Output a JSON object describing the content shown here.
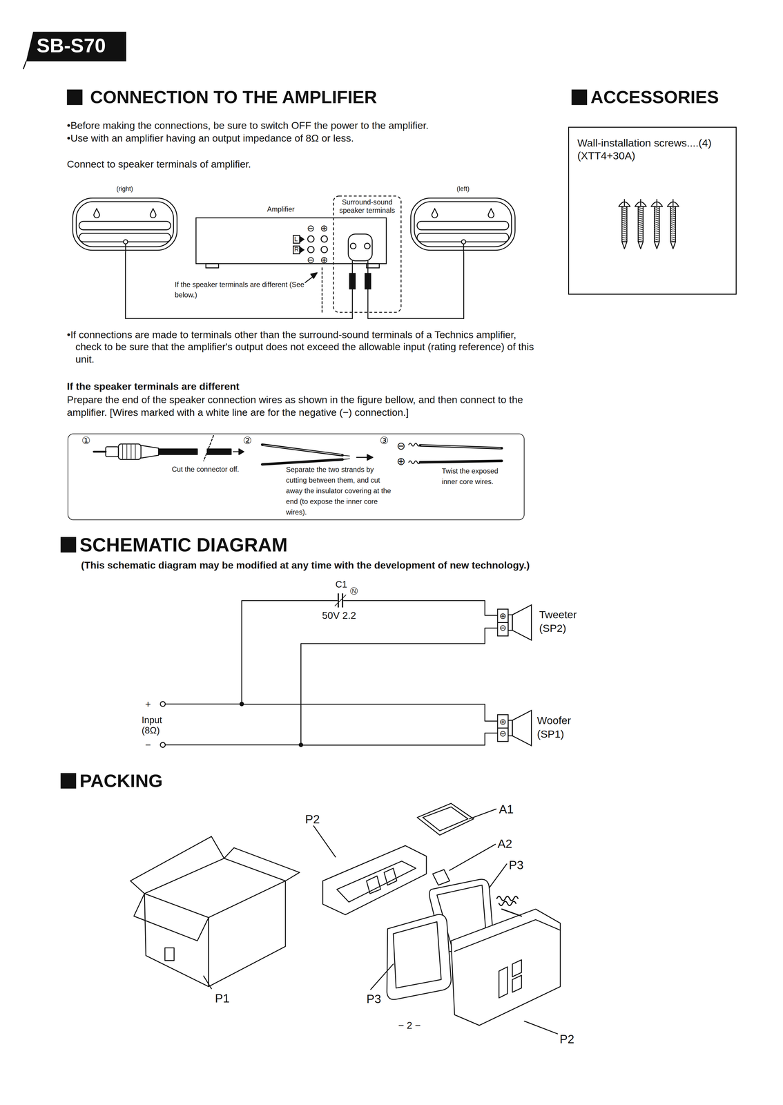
{
  "diagram": {
    "nodes": [
      {
        "text": [
          "SB-S70"
        ]
      },
      {
        "text": [
          "(right)"
        ]
      },
      {
        "text": [
          "Amplifier"
        ]
      },
      {
        "text": [
          "Surround-sound speaker terminals"
        ]
      },
      {
        "text": [
          "(left)"
        ]
      },
      {
        "text": [
          "Wall-installation screws....(4)",
          "(XTT4+30A)"
        ]
      },
      {
        "text": [
          "①",
          "Cut the connector off.",
          "②",
          "Separate the two strands by cutting between them, and cut away the insulator covering at the end (to expose the inner core wires).",
          "③",
          "⊖",
          "⊕",
          "Twist the exposed inner core wires."
        ]
      },
      {
        "text": [
          "Tweeter (SP2)"
        ]
      },
      {
        "text": [
          "Woofer (SP1)"
        ]
      }
    ],
    "edges": [
      {
        "from": 1,
        "to": 3,
        "arrow": "none"
      },
      {
        "from": 4,
        "to": 3,
        "arrow": "none"
      },
      {
        "from": 7,
        "to": 8,
        "arrow": "none"
      },
      {
        "from": 7,
        "to": 8,
        "arrow": "none"
      }
    ],
    "labels": [
      "CONNECTION TO THE AMPLIFIER",
      "•Before making the connections, be sure to switch OFF the power to the amplifier.",
      "•Use with an amplifier having an output impedance of 8Ω or less.",
      "Connect to speaker terminals of amplifier.",
      "ACCESSORIES",
      "⊖",
      "⊕",
      "L",
      "R",
      "⊖",
      "⊕",
      "If the speaker terminals are different (See below.)",
      "•If connections are made to terminals other than the surround-sound terminals of a Technics amplifier, check to be sure that the amplifier's output does not exceed the allowable input (rating reference) of this unit.",
      "If the speaker terminals are different",
      "Prepare the end of the speaker connection wires as shown in the figure bellow, and then connect to the amplifier. [Wires marked with a white line are for the negative (−) connection.]",
      "SCHEMATIC DIAGRAM",
      "(This schematic diagram may be modified at any time with the development of new technology.)",
      "C1",
      "Ⓝ",
      "50V 2.2",
      "+",
      "Input (8Ω)",
      "−",
      "⊕",
      "⊖",
      "⊕",
      "⊖",
      "PACKING",
      "A1",
      "P2",
      "A2",
      "P3",
      "P1",
      "P3",
      "P2",
      "− 2 −"
    ]
  }
}
